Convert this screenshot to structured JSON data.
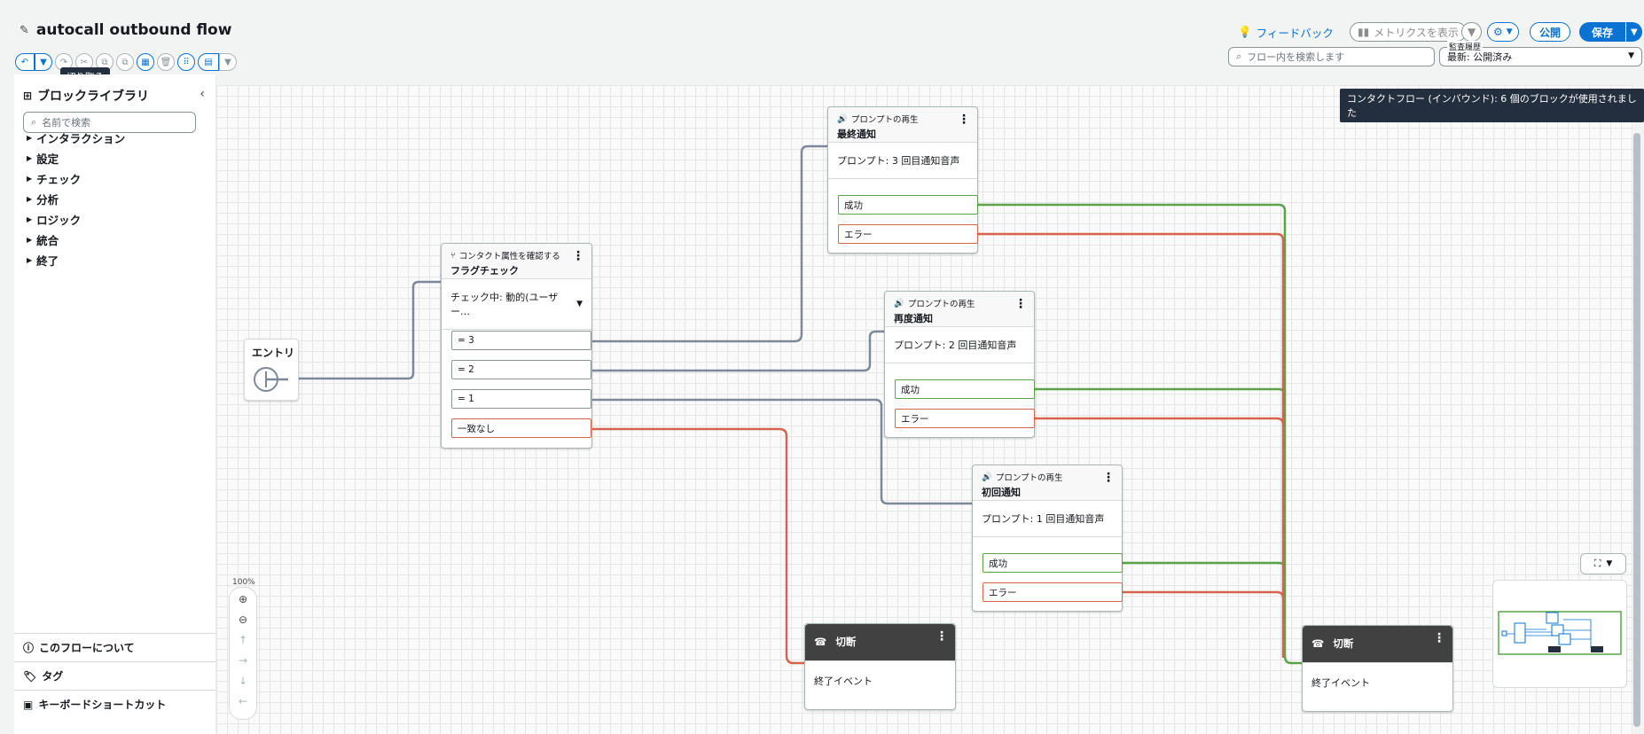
{
  "header": {
    "title": "autocall outbound flow",
    "feedback": "フィードバック",
    "metrics": "メトリクスを表示",
    "publish": "公開",
    "save": "保存"
  },
  "toolbar": {
    "tooltip": "切り取る",
    "flow_search_placeholder": "フロー内を検索します",
    "audit_label": "監査履歴",
    "audit_value": "最新: 公開済み"
  },
  "sidebar": {
    "title": "ブロックライブラリ",
    "search_placeholder": "名前で検索",
    "categories": [
      "インタラクション",
      "設定",
      "チェック",
      "分析",
      "ロジック",
      "統合",
      "終了"
    ],
    "footer": [
      "このフローについて",
      "タグ",
      "キーボードショートカット"
    ]
  },
  "canvas": {
    "banner": "コンタクトフロー (インバウンド): 6 個のブロックが使用されました",
    "zoom": "100%",
    "entry_label": "エントリ",
    "blocks": {
      "check": {
        "kind": "コンタクト属性を確認する",
        "name": "フラグチェック",
        "body": "チェック中: 動的(ユーザー…",
        "branches": [
          "= 3",
          "= 2",
          "= 1",
          "一致なし"
        ]
      },
      "final": {
        "kind": "プロンプトの再生",
        "name": "最終通知",
        "body": "プロンプト: 3 回目通知音声",
        "branches": [
          "成功",
          "エラー"
        ]
      },
      "again": {
        "kind": "プロンプトの再生",
        "name": "再度通知",
        "body": "プロンプト: 2 回目通知音声",
        "branches": [
          "成功",
          "エラー"
        ]
      },
      "first": {
        "kind": "プロンプトの再生",
        "name": "初回通知",
        "body": "プロンプト: 1 回目通知音声",
        "branches": [
          "成功",
          "エラー"
        ]
      },
      "hang1": {
        "name": "切断",
        "body": "終了イベント"
      },
      "hang2": {
        "name": "切断",
        "body": "終了イベント"
      }
    }
  },
  "colors": {
    "accent": "#0972d3",
    "success": "#5aa34a",
    "error": "#d4644e",
    "connector": "#7d8998"
  }
}
